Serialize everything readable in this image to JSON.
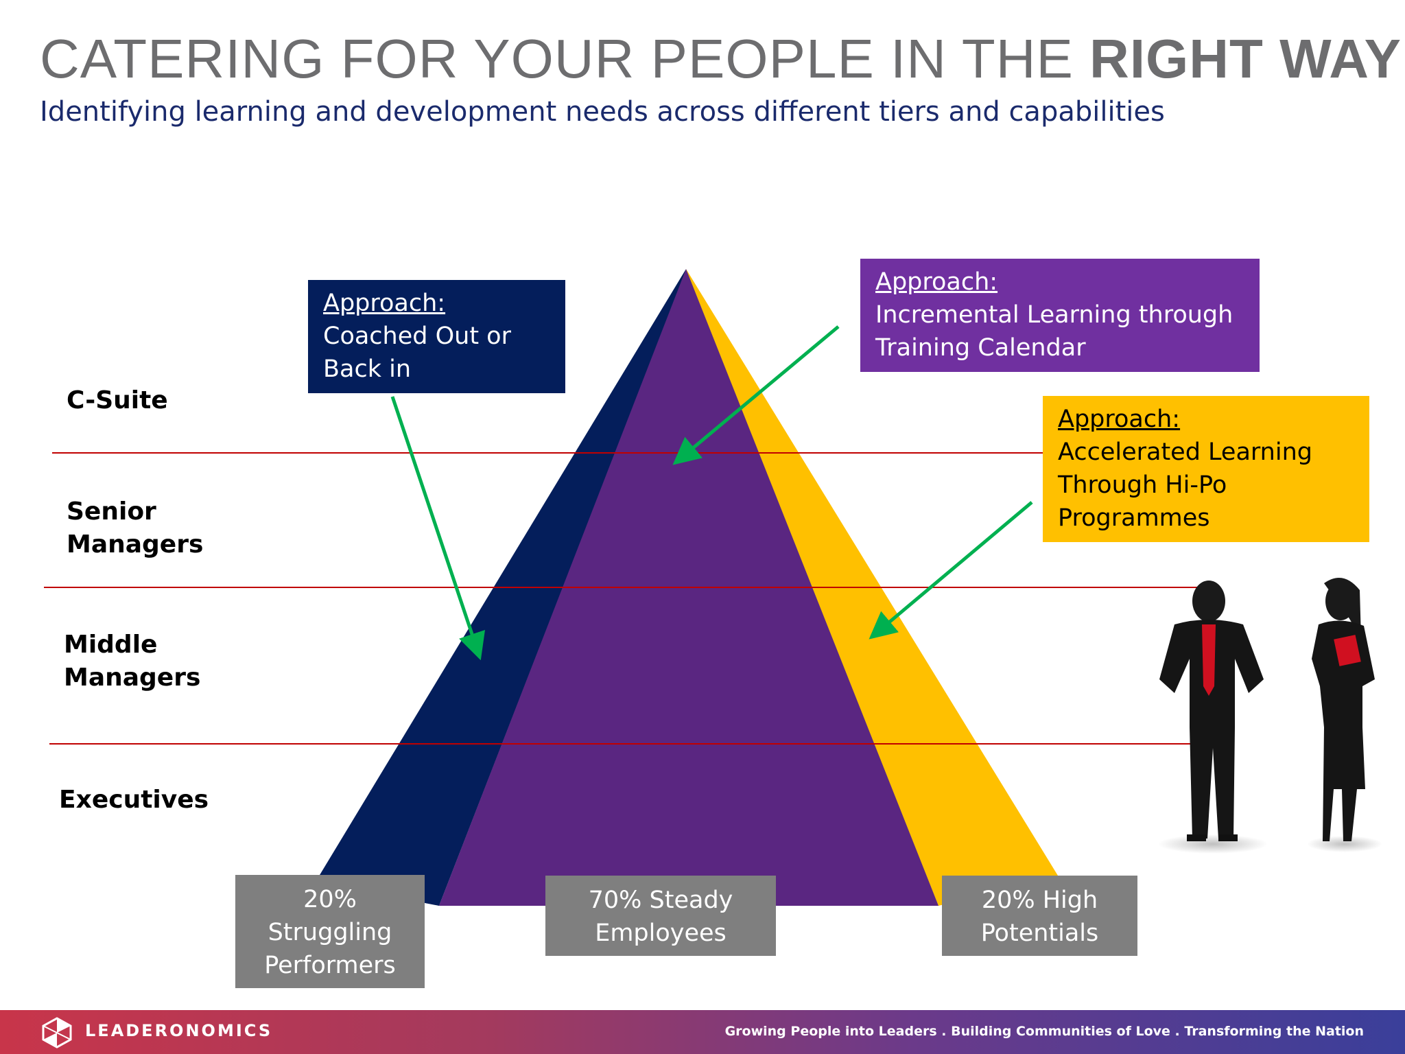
{
  "header": {
    "title_light": "CATERING FOR YOUR PEOPLE IN THE ",
    "title_bold": "RIGHT WAY",
    "subtitle": "Identifying learning and development needs across different tiers and capabilities"
  },
  "tiers": [
    "C-Suite",
    "Senior Managers",
    "Middle Managers",
    "Executives"
  ],
  "tier_lines": {
    "senior": [
      "Senior",
      "Managers"
    ],
    "middle": [
      "Middle",
      "Managers"
    ]
  },
  "approaches": {
    "struggling": {
      "heading": "Approach:",
      "lines": [
        "Coached Out or",
        "Back in"
      ],
      "color": "#041e5b"
    },
    "steady": {
      "heading": "Approach:",
      "lines": [
        "Incremental Learning through",
        "Training Calendar"
      ],
      "color": "#7030a0"
    },
    "high": {
      "heading": "Approach:",
      "lines": [
        "Accelerated Learning",
        "Through Hi-Po",
        "Programmes"
      ],
      "color": "#ffc000"
    }
  },
  "segments": {
    "struggling": [
      "20%",
      "Struggling",
      "Performers"
    ],
    "steady": [
      "70% Steady",
      "Employees"
    ],
    "high": [
      "20% High",
      "Potentials"
    ]
  },
  "colors": {
    "navy": "#041e5b",
    "purple": "#5a2681",
    "gold": "#ffc000",
    "arrow": "#00b050",
    "divider": "#c00000",
    "label_box": "#7f7f7f"
  },
  "footer": {
    "brand": "LEADERONOMICS",
    "tagline": "Growing People into Leaders  .  Building Communities of Love  .  Transforming the Nation"
  }
}
